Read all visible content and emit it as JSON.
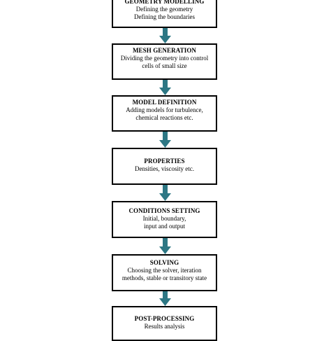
{
  "colors": {
    "arrow": "#2d7784",
    "border": "#000000",
    "text": "#000000"
  },
  "steps": [
    {
      "title": "GEOMETRY MODELLING",
      "lines": [
        "Defining the geometry",
        "Defining the boundaries"
      ]
    },
    {
      "title": "MESH GENERATION",
      "lines": [
        "Dividing the geometry into control",
        "cells of small size"
      ]
    },
    {
      "title": "MODEL DEFINITION",
      "lines": [
        "Adding models for turbulence,",
        "chemical reactions etc."
      ]
    },
    {
      "title": "PROPERTIES",
      "lines": [
        "Densities, viscosity etc."
      ]
    },
    {
      "title": "CONDITIONS SETTING",
      "lines": [
        "Initial, boundary,",
        "input and output"
      ]
    },
    {
      "title": "SOLVING",
      "lines": [
        "Choosing the solver, iteration",
        "methods, stable or transitory state"
      ]
    },
    {
      "title": "POST-PROCESSING",
      "lines": [
        "Results analysis"
      ]
    }
  ]
}
